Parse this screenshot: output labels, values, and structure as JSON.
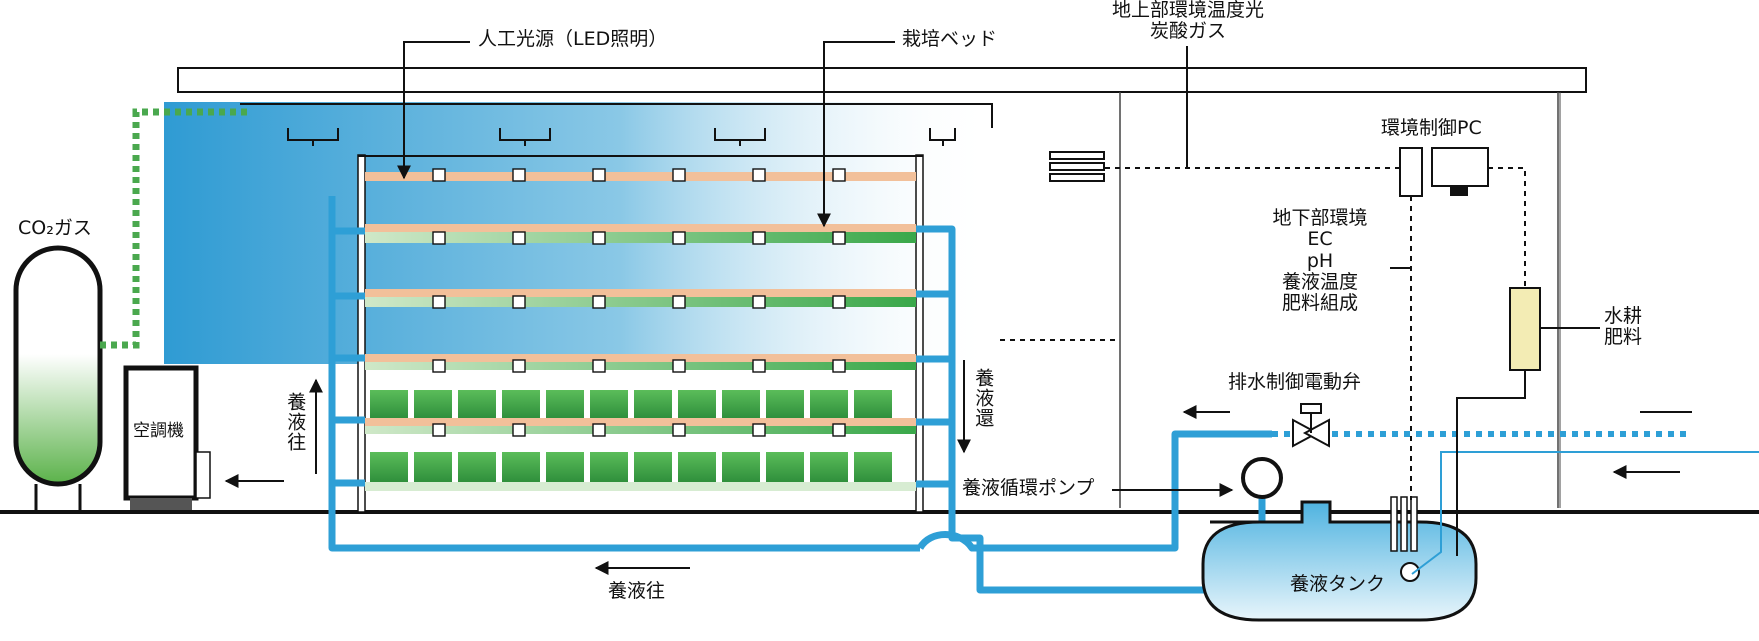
{
  "labels": {
    "led": "人工光源（LED照明）",
    "bed": "栽培ベッド",
    "above_env": [
      "地上部環境温度光",
      "炭酸ガス"
    ],
    "pc": "環境制御PC",
    "below_env": [
      "地下部環境",
      "EC",
      "pH",
      "養液温度",
      "肥料組成"
    ],
    "fertilizer": [
      "水耕",
      "肥料"
    ],
    "co2": "CO₂ガス",
    "ac": "空調機",
    "valve": "排水制御電動弁",
    "pump": "養液循環ポンプ",
    "tank": "養液タンク",
    "supply_vertical": "養液往",
    "return_vertical": "養液還",
    "supply_bottom": "養液往"
  },
  "colors": {
    "pipe_blue": "#2e9fd6",
    "light_blue": "#3aa6d8",
    "bed_salmon": "#f2c09a",
    "plant_green": "#3ea84a",
    "co2_green": "#4aa84e",
    "fertilizer_box": "#f3ecb4"
  }
}
